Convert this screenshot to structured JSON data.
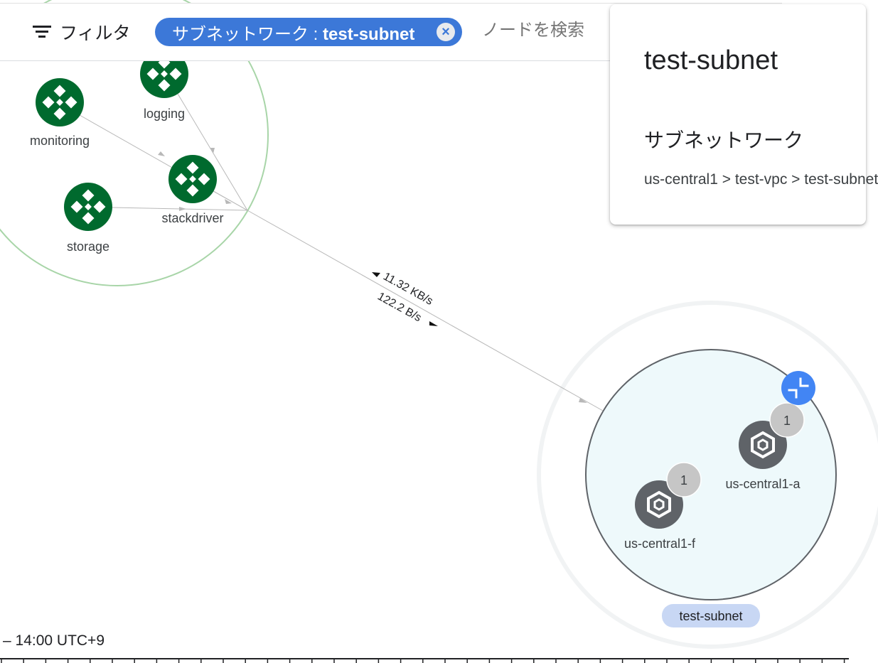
{
  "toolbar": {
    "filter_label": "フィルタ",
    "chip_prefix": "サブネットワーク : ",
    "chip_value": "test-subnet",
    "chip_close": "×",
    "search_placeholder": "ノードを検索"
  },
  "graph": {
    "nodes": {
      "monitoring": "monitoring",
      "logging": "logging",
      "stackdriver": "stackdriver",
      "storage": "storage",
      "zone_a": "us-central1-a",
      "zone_f": "us-central1-f"
    },
    "badges": {
      "zone_a_count": "1",
      "zone_f_count": "1"
    },
    "edge": {
      "outbound_rate": "11.32 KB/s",
      "inbound_rate": "122.2 B/s"
    },
    "subnet_label": "test-subnet",
    "colors": {
      "service": "#006a2e",
      "zone": "#5f6368",
      "subnet_fill": "#eef9fb",
      "accent": "#4285f4"
    }
  },
  "panel": {
    "title": "test-subnet",
    "type": "サブネットワーク",
    "path": "us-central1 > test-vpc > test-subnet"
  },
  "timeline": {
    "time_label": "– 14:00 UTC+9"
  }
}
